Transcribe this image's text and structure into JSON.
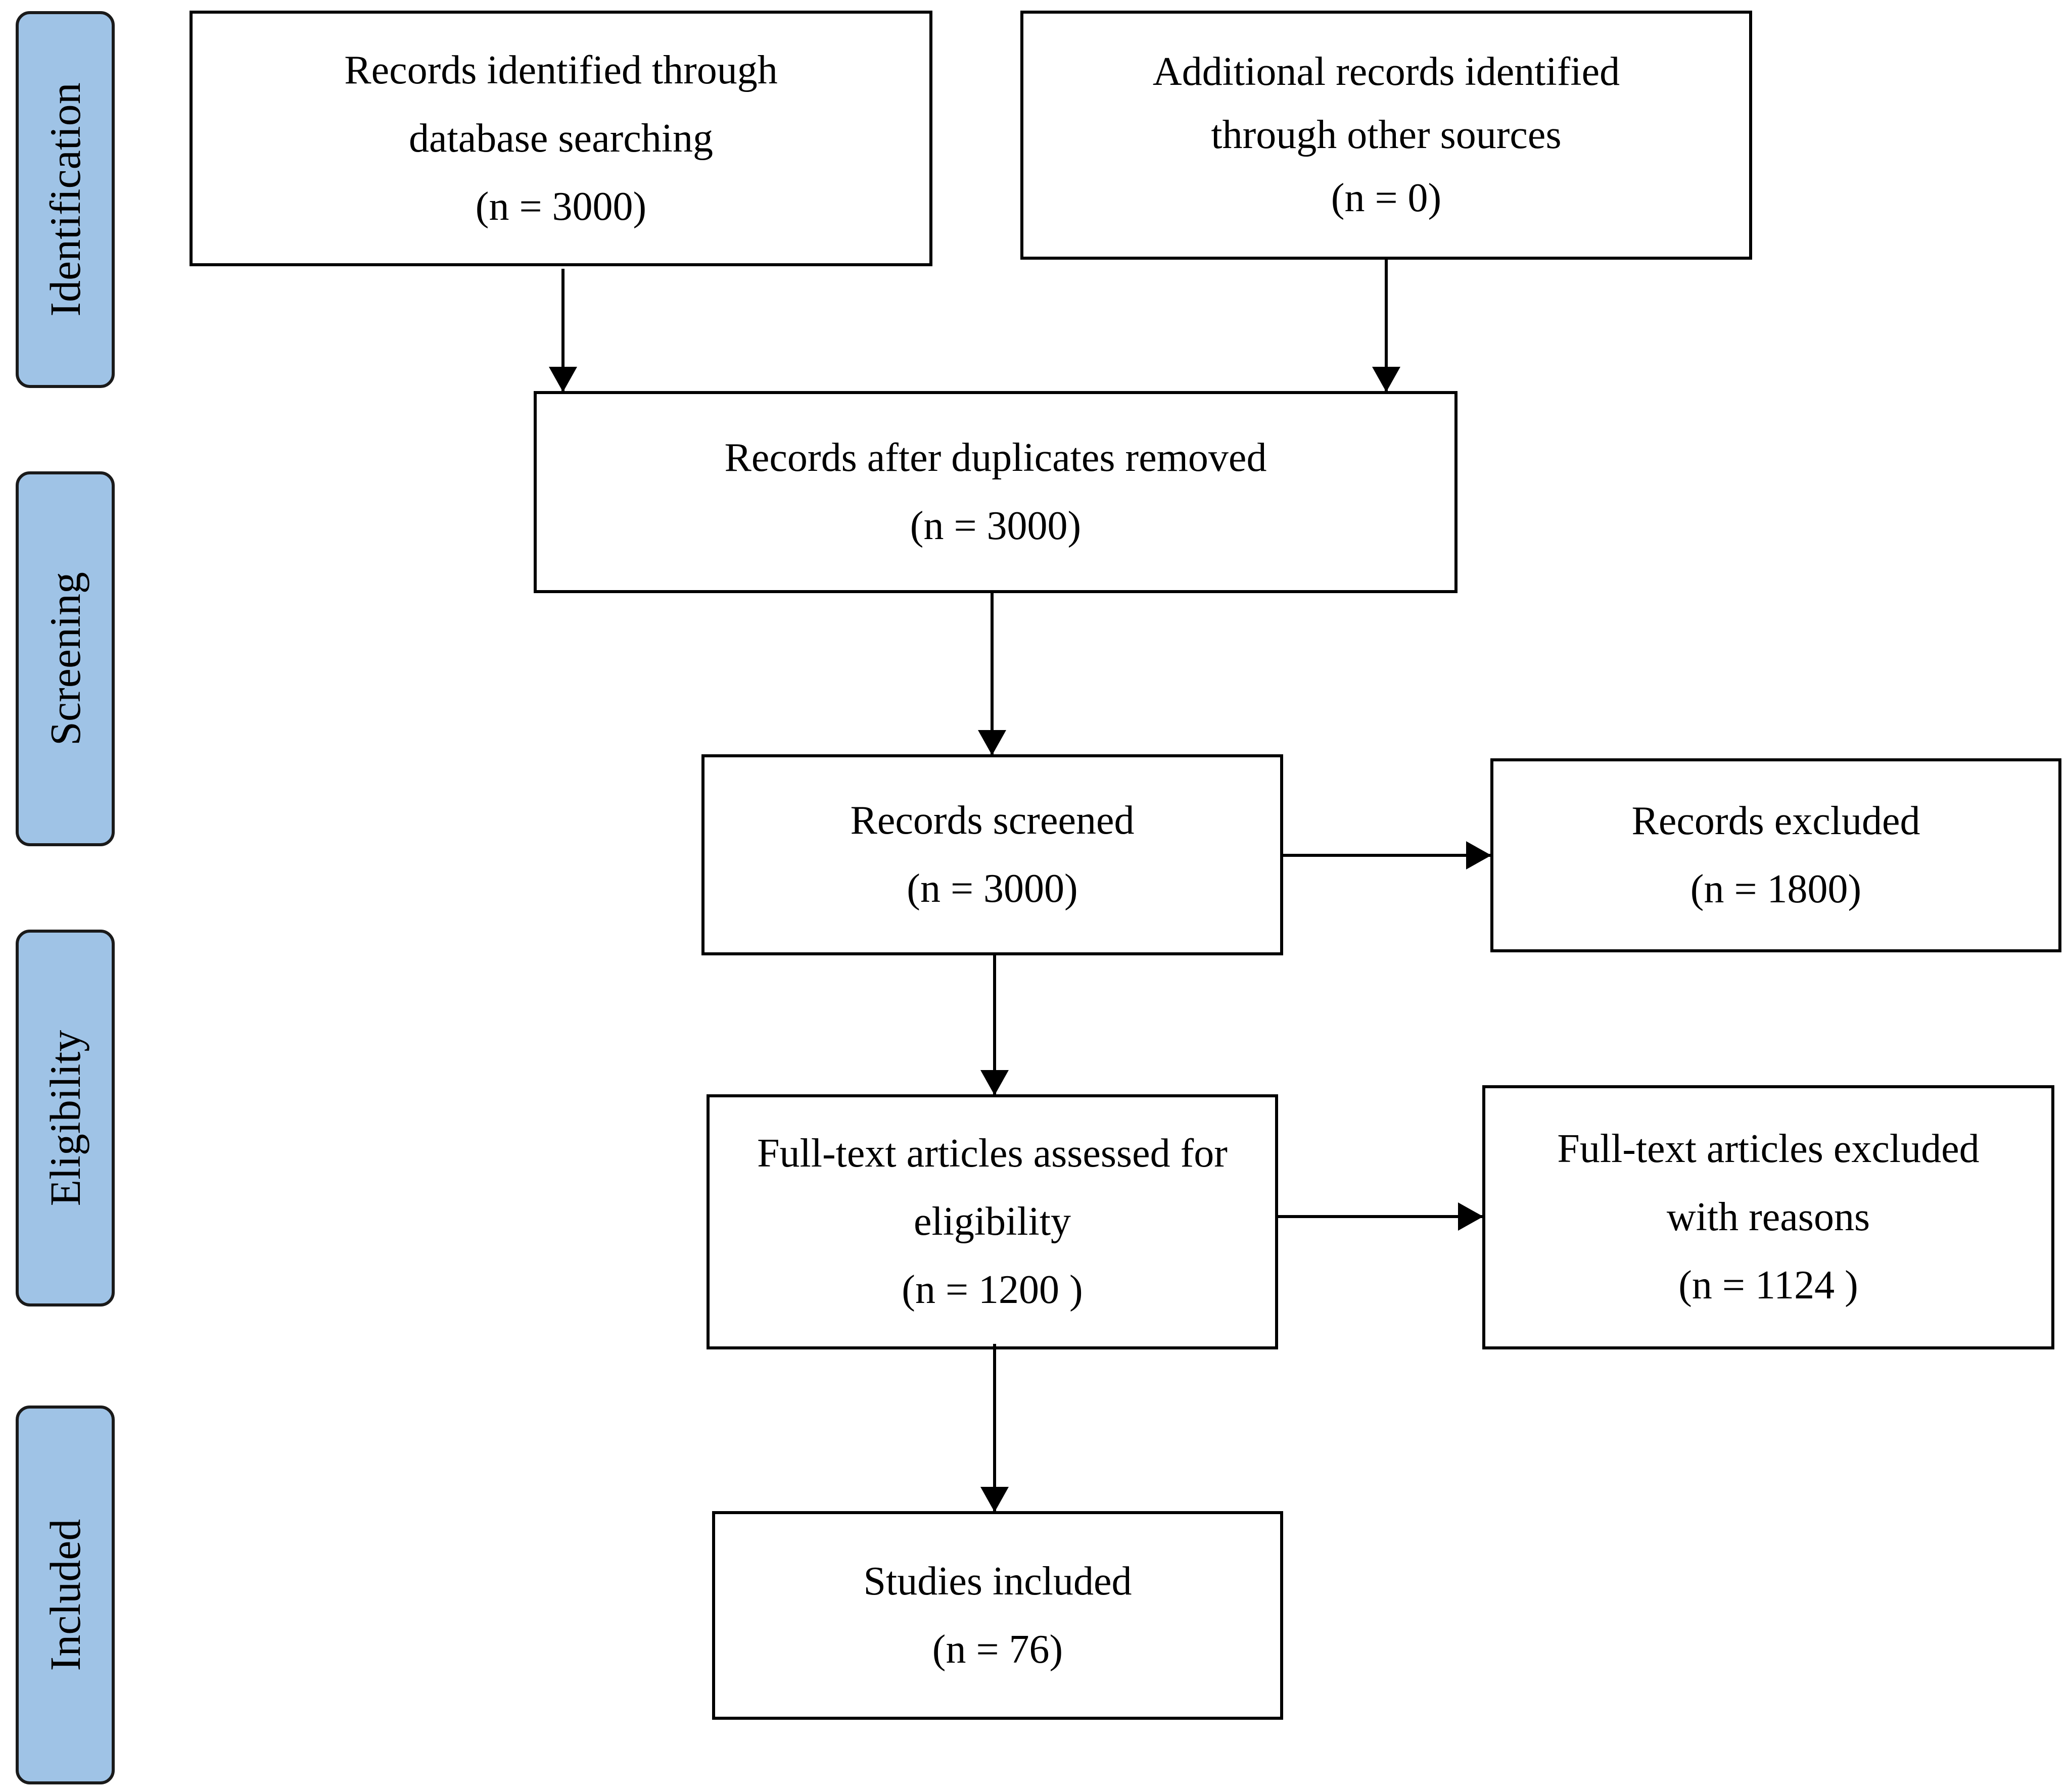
{
  "phases": {
    "identification": "Identification",
    "screening": "Screening",
    "eligibility": "Eligibility",
    "included": "Included"
  },
  "boxes": {
    "db_search": {
      "line1": "Records identified through",
      "line2": "database searching",
      "line3": "(n = 3000)"
    },
    "other_sources": {
      "line1": "Additional records identified",
      "line2": "through other sources",
      "line3": "(n = 0)"
    },
    "duplicates_removed": {
      "line1": "Records after duplicates removed",
      "line2": "(n = 3000)"
    },
    "screened": {
      "line1": "Records screened",
      "line2": "(n = 3000)"
    },
    "excluded": {
      "line1": "Records excluded",
      "line2": "(n = 1800)"
    },
    "fulltext_assessed": {
      "line1": "Full-text articles assessed for",
      "line2": "eligibility",
      "line3": "(n = 1200 )"
    },
    "fulltext_excluded": {
      "line1": "Full-text articles excluded",
      "line2": "with reasons",
      "line3": "(n = 1124 )"
    },
    "included": {
      "line1": "Studies included",
      "line2": "(n = 76)"
    }
  }
}
